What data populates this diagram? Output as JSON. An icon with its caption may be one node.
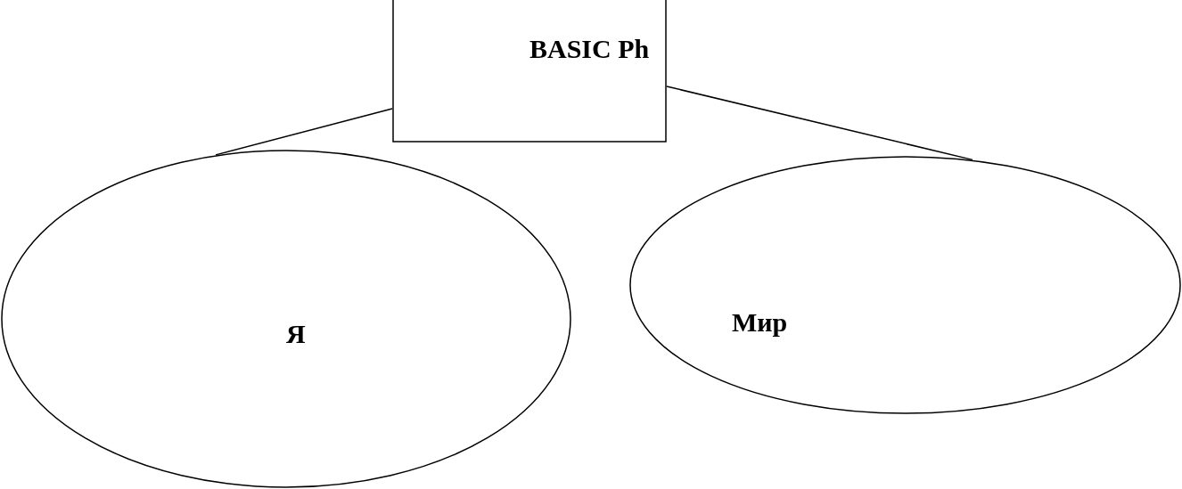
{
  "diagram": {
    "nodes": [
      {
        "text": [
          "BASIC Ph"
        ]
      },
      {
        "text": [
          "Я"
        ]
      },
      {
        "text": [
          "Мир"
        ]
      }
    ],
    "edges": [
      {
        "from": 0,
        "to": 1,
        "arrow": "none"
      },
      {
        "from": 0,
        "to": 2,
        "arrow": "none"
      }
    ]
  }
}
